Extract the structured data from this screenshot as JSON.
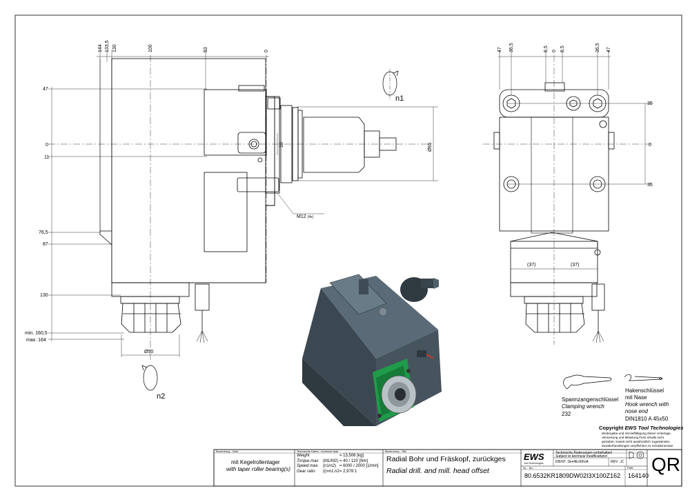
{
  "front_view": {
    "top_dims": [
      "144",
      "133,5",
      "130",
      "100",
      "53",
      "0"
    ],
    "left_dims": [
      "47",
      "0",
      "11",
      "76,5",
      "87",
      "130",
      "min. 160,5",
      "max. 164"
    ],
    "bore_dia": "Ø65",
    "shaft_dim": "18",
    "thread_note": "M12",
    "thread_qty": "(4x)",
    "collet_dia": "Ø50",
    "rot_top": "n1",
    "rot_bottom": "n2"
  },
  "side_view": {
    "top_dims": [
      "47",
      "36,5",
      "8,5",
      "0",
      "8,5",
      "36,5",
      "47"
    ],
    "right_dims": [
      "35",
      "0",
      "35"
    ],
    "bottom_dims": [
      "(37)",
      "(37)"
    ]
  },
  "wrenches": {
    "clamping_de": "Spannzangenschlüssel",
    "clamping_en": "Clamping wrench",
    "clamping_size": "232",
    "hook_de_1": "Hakenschlüssel",
    "hook_de_2": "mit Nase",
    "hook_en_1": "Hook wrench with",
    "hook_en_2": "nose end",
    "hook_std": "DIN1810  A  45x50"
  },
  "copyright": {
    "title_prefix": "Copyright ",
    "title_brand": "EWS Tool Technologies",
    "line1": "Weitergabe und Vervielfältigung dieser Unterlage,",
    "line2": "Verwertung und Mitteilung ihres Inhalts nicht",
    "line3": "gestattet, soweit nicht ausdrücklich zugestanden.",
    "line4": "Zuwiderhandlungen verpflichten zu Schadenersatz."
  },
  "title_block": {
    "remark_hdr": "Bemerkung - Note",
    "remark_de": "mit Kegelrollenlager",
    "remark_en": "with taper roller bearing(s)",
    "tech_hdr": "Technische Daten - technical data",
    "tech_rows": [
      {
        "label": "Weight",
        "sym": "",
        "val": "= 13,506 [kg]"
      },
      {
        "label": "Torque max",
        "sym": "(M1/M2)",
        "val": "= 40 / 120 [Nm]"
      },
      {
        "label": "Speed max.",
        "sym": "(n1/n2)",
        "val": "= 6000 / 2000 [1/min]"
      },
      {
        "label": "Gear ratio",
        "sym": "(i)=n1:n2",
        "val": "= 2,978:1"
      }
    ],
    "name_hdr": "Benennung - Title",
    "name_de": "Radial Bohr und Fräskopf, zurückges",
    "name_en": "Radial drill. and mill. head offset",
    "logo": "EWS",
    "logo_sub": "Tool Technologies",
    "change_note_de": "Technische Änderungen vorbehalten!",
    "change_note_en": "Subject to technical modifications!",
    "ident_label": "IDENT.",
    "ident_val": "1Ee4Ec60IoA",
    "rev_label": "REV",
    "rev_val": "..iC",
    "part_hdr": "Nr. - No.",
    "part_no": "80.6532KR1809DW02I3X100Z162",
    "sheet_hdr": "PNR.",
    "sheet_no": "164140",
    "qr": "QR"
  }
}
